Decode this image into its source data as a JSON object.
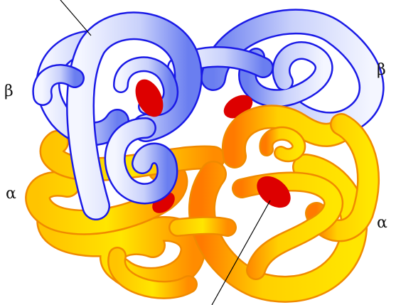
{
  "labels": {
    "beta_left": "β",
    "beta_right": "β",
    "alpha_left": "α",
    "alpha_right": "α"
  },
  "colors": {
    "beta_stroke": "#1a1ae6",
    "beta_fill_light": "#f4f6ff",
    "beta_fill_dark": "#6a7ef0",
    "alpha_stroke": "#f08a00",
    "alpha_fill_light": "#ffe600",
    "alpha_fill_dark": "#ff7a00",
    "heme": "#dd0000",
    "pointer_line": "#000000"
  }
}
